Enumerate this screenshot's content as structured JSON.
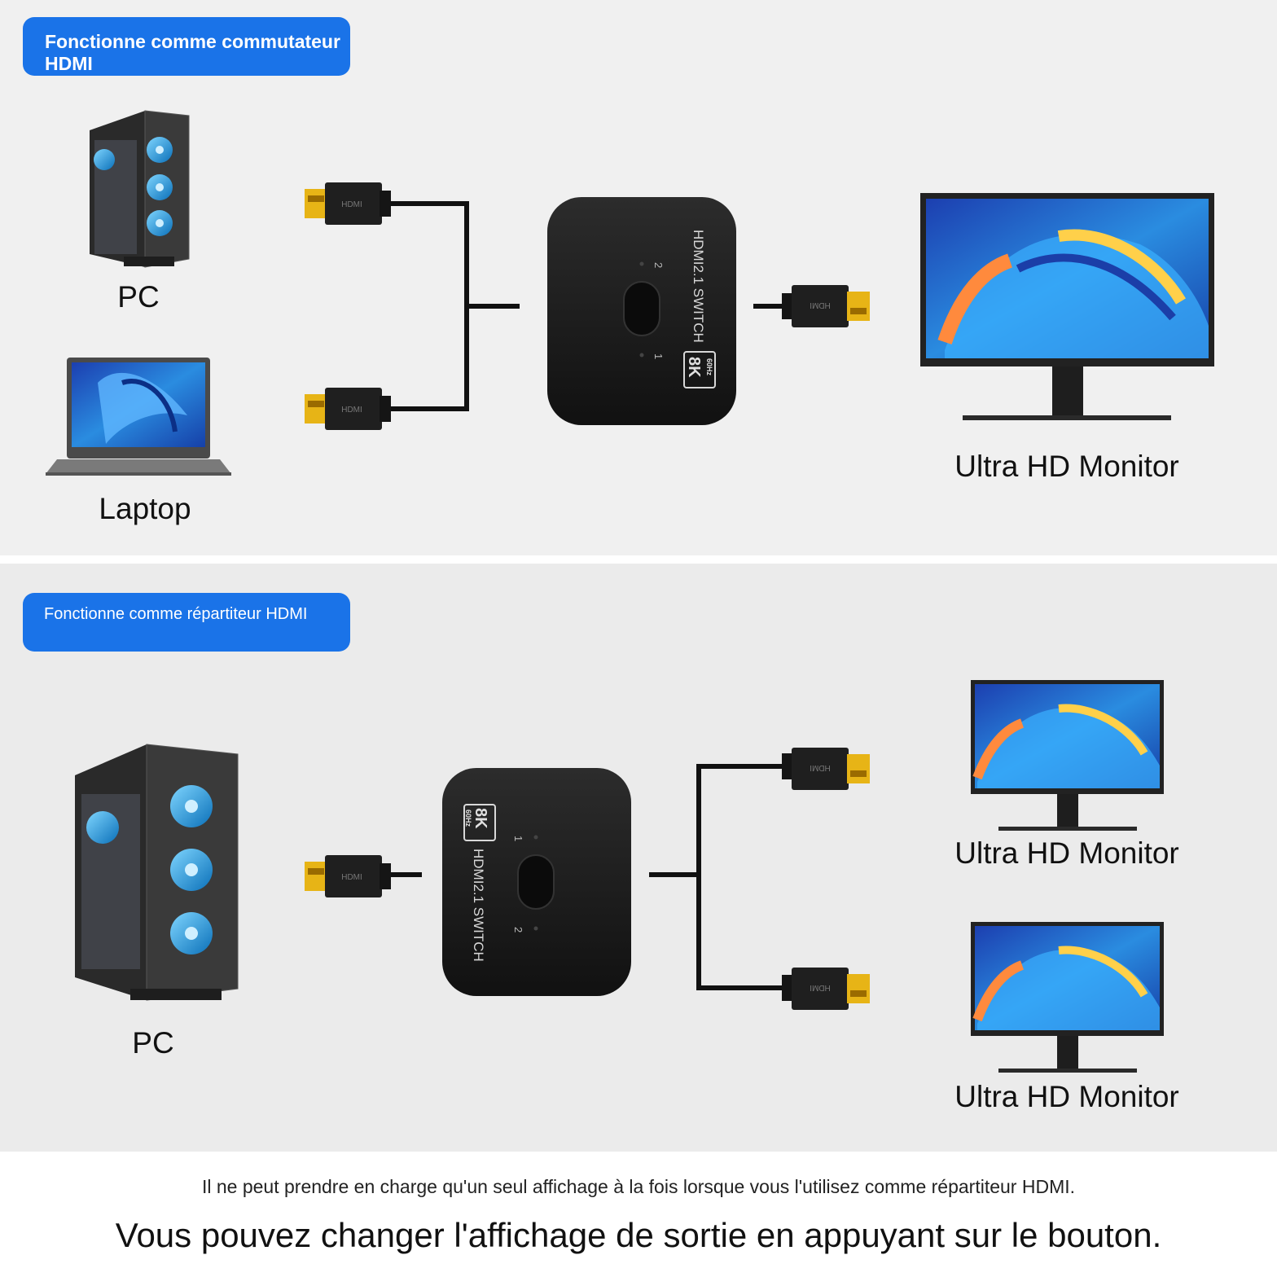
{
  "switch_mode": {
    "tag": "Fonctionne comme commutateur HDMI",
    "source_labels": [
      "PC",
      "Laptop"
    ],
    "display_label": "Ultra HD Monitor"
  },
  "splitter_mode": {
    "tag": "Fonctionne comme répartiteur HDMI",
    "source_label": "PC",
    "display_labels": [
      "Ultra HD Monitor",
      "Ultra HD Monitor"
    ]
  },
  "device": {
    "model": "HDMI2.1 SWITCH",
    "resolution": "8K",
    "refresh": "60Hz",
    "port_labels": [
      "1",
      "2"
    ],
    "connector_text": "HDMI"
  },
  "footer": {
    "note": "Il ne peut prendre en charge qu'un seul affichage à la fois lorsque vous l'utilisez comme répartiteur HDMI.",
    "headline": "Vous pouvez changer l'affichage de sortie en appuyant sur le bouton."
  },
  "colors": {
    "accent": "#1a73e8",
    "device": "#1c1c1c",
    "connector_gold": "#e7b416",
    "cable": "#111111"
  }
}
